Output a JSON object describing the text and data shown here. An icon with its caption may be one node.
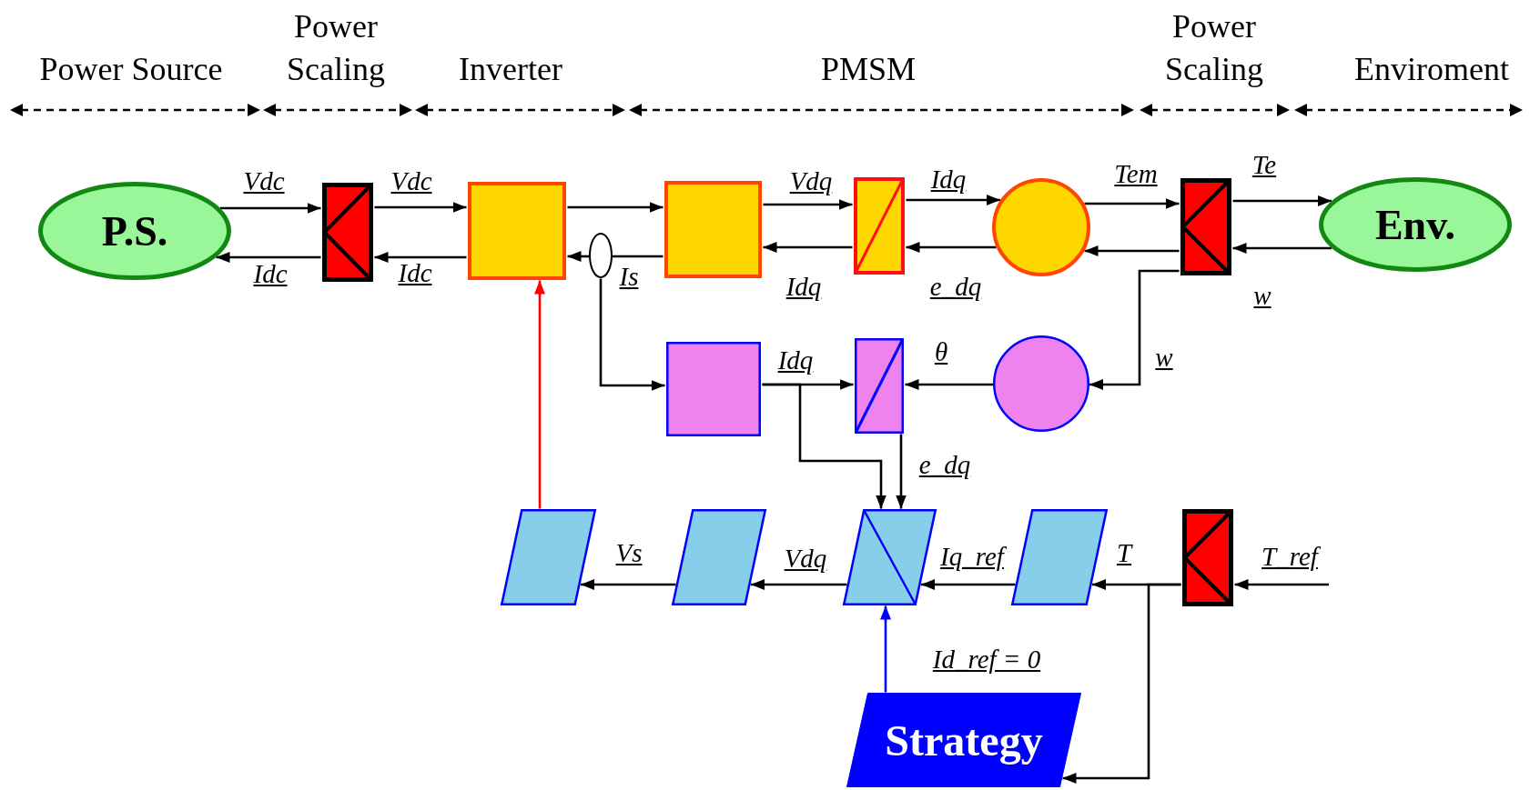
{
  "diagram": {
    "nodes": [
      {
        "text": [
          "P.S."
        ]
      },
      {
        "text": [],
        "shape": "box"
      },
      {
        "text": [],
        "shape": "box"
      },
      {
        "text": [],
        "shape": "box"
      },
      {
        "text": [],
        "shape": "box"
      },
      {
        "text": [],
        "shape": "circle"
      },
      {
        "text": [],
        "shape": "box"
      },
      {
        "text": [
          "Env."
        ]
      },
      {
        "text": [],
        "shape": "circle"
      },
      {
        "text": [],
        "shape": "box"
      },
      {
        "text": [],
        "shape": "box"
      },
      {
        "text": [],
        "shape": "circle"
      },
      {
        "text": [],
        "shape": "parallelogram"
      },
      {
        "text": [],
        "shape": "parallelogram"
      },
      {
        "text": [],
        "shape": "parallelogram"
      },
      {
        "text": [],
        "shape": "parallelogram"
      },
      {
        "text": [],
        "shape": "box"
      },
      {
        "text": [
          "Strategy"
        ]
      }
    ],
    "edges": [
      {
        "from": 0,
        "to": 1,
        "arrow": "to",
        "label": "Vdc"
      },
      {
        "from": 1,
        "to": 2,
        "arrow": "to",
        "label": "Vdc"
      },
      {
        "from": 2,
        "to": 1,
        "arrow": "to",
        "label": "Idc"
      },
      {
        "from": 1,
        "to": 0,
        "arrow": "to",
        "label": "Idc"
      },
      {
        "from": 2,
        "to": 3,
        "arrow": "to"
      },
      {
        "from": 3,
        "to": 8,
        "arrow": "none",
        "label": "Is"
      },
      {
        "from": 8,
        "to": 2,
        "arrow": "to"
      },
      {
        "from": 3,
        "to": 4,
        "arrow": "to",
        "label": "Vdq"
      },
      {
        "from": 4,
        "to": 3,
        "arrow": "to",
        "label": "Idq"
      },
      {
        "from": 4,
        "to": 5,
        "arrow": "to",
        "label": "Idq"
      },
      {
        "from": 5,
        "to": 4,
        "arrow": "to",
        "label": "e_dq"
      },
      {
        "from": 5,
        "to": 6,
        "arrow": "to",
        "label": "Tem"
      },
      {
        "from": 6,
        "to": 5,
        "arrow": "to"
      },
      {
        "from": 6,
        "to": 7,
        "arrow": "to",
        "label": "Te"
      },
      {
        "from": 7,
        "to": 6,
        "arrow": "to",
        "label": "w"
      },
      {
        "from": 6,
        "to": 11,
        "arrow": "to",
        "label": "w"
      },
      {
        "from": 8,
        "to": 9,
        "arrow": "to"
      },
      {
        "from": 9,
        "to": 10,
        "arrow": "to",
        "label": "Idq"
      },
      {
        "from": 9,
        "to": 14,
        "arrow": "to"
      },
      {
        "from": 11,
        "to": 10,
        "arrow": "to",
        "label": "θ"
      },
      {
        "from": 10,
        "to": 14,
        "arrow": "to",
        "label": "e_dq"
      },
      {
        "from": 14,
        "to": 13,
        "arrow": "to",
        "label": "Vdq"
      },
      {
        "from": 13,
        "to": 12,
        "arrow": "to",
        "label": "Vs"
      },
      {
        "from": 12,
        "to": 2,
        "arrow": "to",
        "color": "#ff0000"
      },
      {
        "from": 15,
        "to": 14,
        "arrow": "to",
        "label": "Iq_ref"
      },
      {
        "from": 16,
        "to": 15,
        "arrow": "to",
        "label": "T"
      },
      {
        "from": null,
        "to": 16,
        "arrow": "to",
        "label": "T_ref"
      },
      {
        "from": 16,
        "to": 17,
        "arrow": "to"
      },
      {
        "from": 17,
        "to": 14,
        "arrow": "to",
        "label": "Id_ref = 0",
        "color": "#0000ff"
      }
    ],
    "labels": [
      "Power Source",
      "Power Scaling",
      "Inverter",
      "PMSM",
      "Power Scaling",
      "Enviroment"
    ]
  }
}
